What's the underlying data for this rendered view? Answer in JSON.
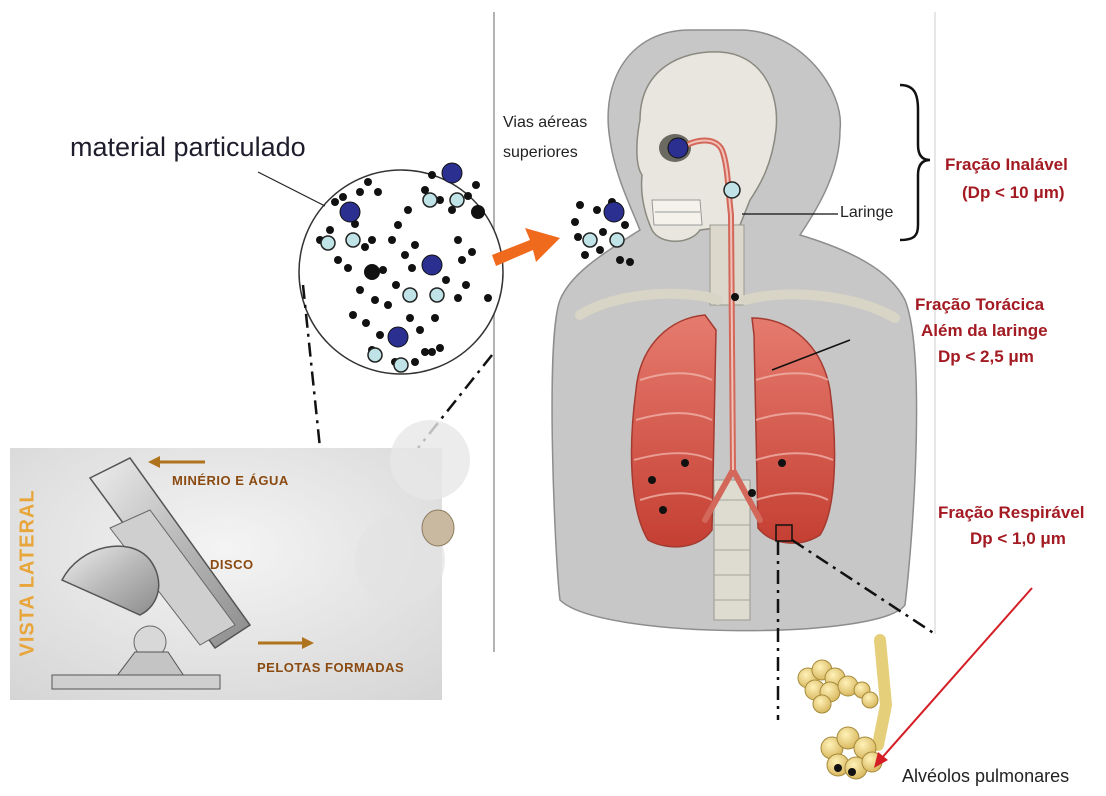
{
  "labels": {
    "particulate": "material particulado",
    "upper_airways_1": "Vias aéreas",
    "upper_airways_2": "superiores",
    "larynx": "Laringe",
    "inhalable_1": "Fração Inalável",
    "inhalable_2": "(Dp < 10 μm)",
    "thoracic_1": "Fração Torácica",
    "thoracic_2": "Além da laringe",
    "thoracic_3": "Dp < 2,5 μm",
    "respirable_1": "Fração Respirável",
    "respirable_2": "Dp < 1,0 μm",
    "alveoli": "Alvéolos pulmonares"
  },
  "pelletizer": {
    "side_view": "VISTA LATERAL",
    "ore_water": "MINÉRIO E ÁGUA",
    "disc": "DISCO",
    "pellets": "PELOTAS FORMADAS"
  },
  "colors": {
    "fraction_label": "#a31a22",
    "arrow": "#f06a1d",
    "particle_large": "#2b2f8f",
    "particle_small": "#bfe3e6",
    "lung": "#d9534a",
    "body": "#a8a8a8",
    "pellet_text": "#8a4a10"
  }
}
